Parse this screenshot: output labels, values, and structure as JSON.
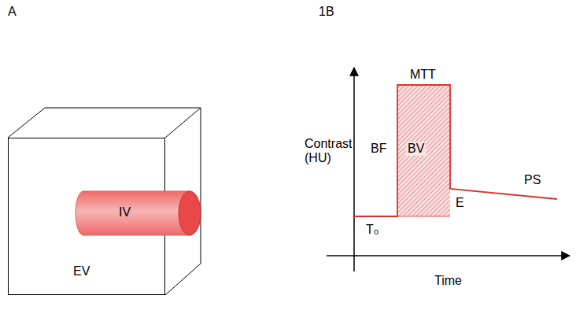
{
  "diagram": {
    "nodes": [
      {
        "text": [
          "EV"
        ]
      },
      {
        "text": [
          "IV"
        ],
        "in": 0
      }
    ],
    "labels": [
      "A",
      "1B",
      "Contrast (HU)",
      "MTT",
      "BF",
      "BV",
      "E",
      "PS",
      "T₀",
      "Time"
    ]
  }
}
